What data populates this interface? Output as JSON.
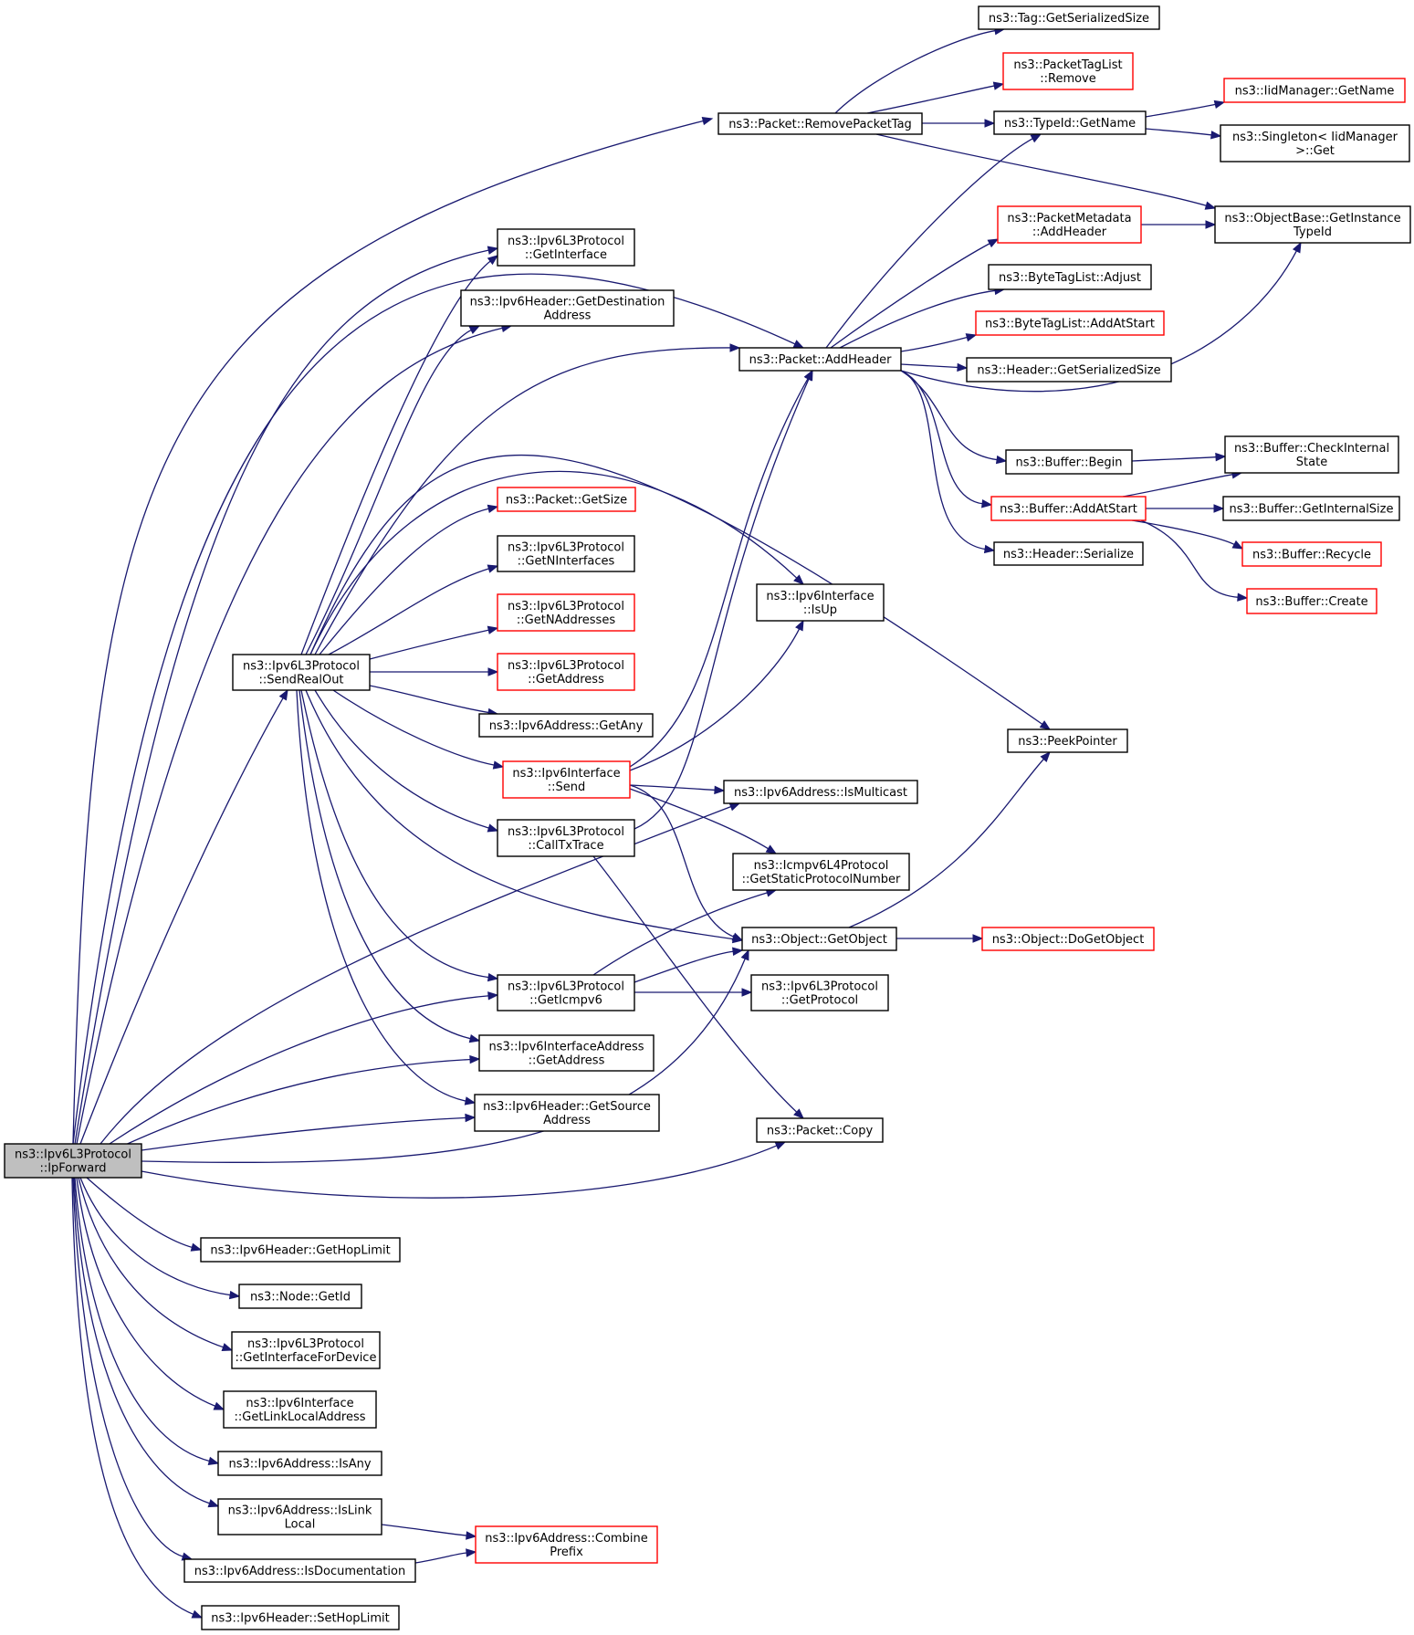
{
  "colors": {
    "edge": "#191970",
    "normal_border": "#000000",
    "truncated_border": "#ff0000",
    "root_fill": "#bfbfbf",
    "node_fill": "#ffffff"
  },
  "nodes": [
    {
      "id": "ipforward",
      "lines": [
        "ns3::Ipv6L3Protocol",
        "::IpForward"
      ],
      "style": "root"
    },
    {
      "id": "removepackettag",
      "lines": [
        "ns3::Packet::RemovePacketTag"
      ],
      "style": "normal"
    },
    {
      "id": "tag_getserializedsize",
      "lines": [
        "ns3::Tag::GetSerializedSize"
      ],
      "style": "normal"
    },
    {
      "id": "packettaglist_remove",
      "lines": [
        "ns3::PacketTagList",
        "::Remove"
      ],
      "style": "truncated"
    },
    {
      "id": "typeid_getname",
      "lines": [
        "ns3::TypeId::GetName"
      ],
      "style": "normal"
    },
    {
      "id": "iidmanager_getname",
      "lines": [
        "ns3::IidManager::GetName"
      ],
      "style": "truncated"
    },
    {
      "id": "singleton_get",
      "lines": [
        "ns3::Singleton< IidManager",
        ">::Get"
      ],
      "style": "normal"
    },
    {
      "id": "objectbase_getinstancetypeid",
      "lines": [
        "ns3::ObjectBase::GetInstance",
        "TypeId"
      ],
      "style": "normal"
    },
    {
      "id": "packetmetadata_addheader",
      "lines": [
        "ns3::PacketMetadata",
        "::AddHeader"
      ],
      "style": "truncated"
    },
    {
      "id": "bytetaglist_adjust",
      "lines": [
        "ns3::ByteTagList::Adjust"
      ],
      "style": "normal"
    },
    {
      "id": "bytetaglist_addatstart",
      "lines": [
        "ns3::ByteTagList::AddAtStart"
      ],
      "style": "truncated"
    },
    {
      "id": "packet_addheader",
      "lines": [
        "ns3::Packet::AddHeader"
      ],
      "style": "normal"
    },
    {
      "id": "header_getserializedsize",
      "lines": [
        "ns3::Header::GetSerializedSize"
      ],
      "style": "normal"
    },
    {
      "id": "buffer_begin",
      "lines": [
        "ns3::Buffer::Begin"
      ],
      "style": "normal"
    },
    {
      "id": "buffer_checkinternalstate",
      "lines": [
        "ns3::Buffer::CheckInternal",
        "State"
      ],
      "style": "normal"
    },
    {
      "id": "buffer_addatstart",
      "lines": [
        "ns3::Buffer::AddAtStart"
      ],
      "style": "truncated"
    },
    {
      "id": "buffer_getinternalsize",
      "lines": [
        "ns3::Buffer::GetInternalSize"
      ],
      "style": "normal"
    },
    {
      "id": "header_serialize",
      "lines": [
        "ns3::Header::Serialize"
      ],
      "style": "normal"
    },
    {
      "id": "buffer_recycle",
      "lines": [
        "ns3::Buffer::Recycle"
      ],
      "style": "truncated"
    },
    {
      "id": "buffer_create",
      "lines": [
        "ns3::Buffer::Create"
      ],
      "style": "truncated"
    },
    {
      "id": "l3_getinterface",
      "lines": [
        "ns3::Ipv6L3Protocol",
        "::GetInterface"
      ],
      "style": "normal"
    },
    {
      "id": "hdr_getdestinationaddress",
      "lines": [
        "ns3::Ipv6Header::GetDestination",
        "Address"
      ],
      "style": "normal"
    },
    {
      "id": "packet_getsize",
      "lines": [
        "ns3::Packet::GetSize"
      ],
      "style": "truncated"
    },
    {
      "id": "l3_getninterfaces",
      "lines": [
        "ns3::Ipv6L3Protocol",
        "::GetNInterfaces"
      ],
      "style": "normal"
    },
    {
      "id": "l3_getnaddresses",
      "lines": [
        "ns3::Ipv6L3Protocol",
        "::GetNAddresses"
      ],
      "style": "truncated"
    },
    {
      "id": "l3_getaddress",
      "lines": [
        "ns3::Ipv6L3Protocol",
        "::GetAddress"
      ],
      "style": "truncated"
    },
    {
      "id": "l3_sendrealout",
      "lines": [
        "ns3::Ipv6L3Protocol",
        "::SendRealOut"
      ],
      "style": "normal"
    },
    {
      "id": "ipv6interface_isup",
      "lines": [
        "ns3::Ipv6Interface",
        "::IsUp"
      ],
      "style": "normal"
    },
    {
      "id": "addr_getany",
      "lines": [
        "ns3::Ipv6Address::GetAny"
      ],
      "style": "normal"
    },
    {
      "id": "peekpointer",
      "lines": [
        "ns3::PeekPointer"
      ],
      "style": "normal"
    },
    {
      "id": "ipv6interface_send",
      "lines": [
        "ns3::Ipv6Interface",
        "::Send"
      ],
      "style": "truncated"
    },
    {
      "id": "addr_ismulticast",
      "lines": [
        "ns3::Ipv6Address::IsMulticast"
      ],
      "style": "normal"
    },
    {
      "id": "l3_calltxtrace",
      "lines": [
        "ns3::Ipv6L3Protocol",
        "::CallTxTrace"
      ],
      "style": "normal"
    },
    {
      "id": "icmpv6_getstaticprotocolnumber",
      "lines": [
        "ns3::Icmpv6L4Protocol",
        "::GetStaticProtocolNumber"
      ],
      "style": "normal"
    },
    {
      "id": "object_getobject",
      "lines": [
        "ns3::Object::GetObject"
      ],
      "style": "normal"
    },
    {
      "id": "object_dogetobject",
      "lines": [
        "ns3::Object::DoGetObject"
      ],
      "style": "truncated"
    },
    {
      "id": "l3_geticmpv6",
      "lines": [
        "ns3::Ipv6L3Protocol",
        "::GetIcmpv6"
      ],
      "style": "normal"
    },
    {
      "id": "l3_getprotocol",
      "lines": [
        "ns3::Ipv6L3Protocol",
        "::GetProtocol"
      ],
      "style": "normal"
    },
    {
      "id": "ifaddr_getaddress",
      "lines": [
        "ns3::Ipv6InterfaceAddress",
        "::GetAddress"
      ],
      "style": "normal"
    },
    {
      "id": "hdr_getsourceaddress",
      "lines": [
        "ns3::Ipv6Header::GetSource",
        "Address"
      ],
      "style": "normal"
    },
    {
      "id": "packet_copy",
      "lines": [
        "ns3::Packet::Copy"
      ],
      "style": "normal"
    },
    {
      "id": "hdr_gethoplimit",
      "lines": [
        "ns3::Ipv6Header::GetHopLimit"
      ],
      "style": "normal"
    },
    {
      "id": "node_getid",
      "lines": [
        "ns3::Node::GetId"
      ],
      "style": "normal"
    },
    {
      "id": "l3_getinterfacefordevice",
      "lines": [
        "ns3::Ipv6L3Protocol",
        "::GetInterfaceForDevice"
      ],
      "style": "normal"
    },
    {
      "id": "ipv6interface_getlinklocaladdress",
      "lines": [
        "ns3::Ipv6Interface",
        "::GetLinkLocalAddress"
      ],
      "style": "normal"
    },
    {
      "id": "addr_isany",
      "lines": [
        "ns3::Ipv6Address::IsAny"
      ],
      "style": "normal"
    },
    {
      "id": "addr_islinklocal",
      "lines": [
        "ns3::Ipv6Address::IsLink",
        "Local"
      ],
      "style": "normal"
    },
    {
      "id": "addr_combineprefix",
      "lines": [
        "ns3::Ipv6Address::Combine",
        "Prefix"
      ],
      "style": "truncated"
    },
    {
      "id": "addr_isdocumentation",
      "lines": [
        "ns3::Ipv6Address::IsDocumentation"
      ],
      "style": "normal"
    },
    {
      "id": "hdr_sethoplimit",
      "lines": [
        "ns3::Ipv6Header::SetHopLimit"
      ],
      "style": "normal"
    }
  ],
  "edges": [
    [
      "ipforward",
      "removepackettag"
    ],
    [
      "ipforward",
      "packet_addheader"
    ],
    [
      "ipforward",
      "l3_getinterface"
    ],
    [
      "ipforward",
      "hdr_getdestinationaddress"
    ],
    [
      "ipforward",
      "l3_sendrealout"
    ],
    [
      "ipforward",
      "addr_ismulticast"
    ],
    [
      "ipforward",
      "object_getobject"
    ],
    [
      "ipforward",
      "l3_geticmpv6"
    ],
    [
      "ipforward",
      "ifaddr_getaddress"
    ],
    [
      "ipforward",
      "hdr_getsourceaddress"
    ],
    [
      "ipforward",
      "packet_copy"
    ],
    [
      "ipforward",
      "hdr_gethoplimit"
    ],
    [
      "ipforward",
      "node_getid"
    ],
    [
      "ipforward",
      "l3_getinterfacefordevice"
    ],
    [
      "ipforward",
      "ipv6interface_getlinklocaladdress"
    ],
    [
      "ipforward",
      "addr_isany"
    ],
    [
      "ipforward",
      "addr_islinklocal"
    ],
    [
      "ipforward",
      "addr_isdocumentation"
    ],
    [
      "ipforward",
      "hdr_sethoplimit"
    ],
    [
      "removepackettag",
      "tag_getserializedsize"
    ],
    [
      "removepackettag",
      "packettaglist_remove"
    ],
    [
      "removepackettag",
      "typeid_getname"
    ],
    [
      "removepackettag",
      "objectbase_getinstancetypeid"
    ],
    [
      "typeid_getname",
      "iidmanager_getname"
    ],
    [
      "typeid_getname",
      "singleton_get"
    ],
    [
      "packetmetadata_addheader",
      "objectbase_getinstancetypeid"
    ],
    [
      "packet_addheader",
      "typeid_getname"
    ],
    [
      "packet_addheader",
      "packetmetadata_addheader"
    ],
    [
      "packet_addheader",
      "bytetaglist_adjust"
    ],
    [
      "packet_addheader",
      "bytetaglist_addatstart"
    ],
    [
      "packet_addheader",
      "header_getserializedsize"
    ],
    [
      "packet_addheader",
      "objectbase_getinstancetypeid"
    ],
    [
      "packet_addheader",
      "buffer_begin"
    ],
    [
      "packet_addheader",
      "buffer_addatstart"
    ],
    [
      "packet_addheader",
      "header_serialize"
    ],
    [
      "buffer_begin",
      "buffer_checkinternalstate"
    ],
    [
      "buffer_addatstart",
      "buffer_checkinternalstate"
    ],
    [
      "buffer_addatstart",
      "buffer_getinternalsize"
    ],
    [
      "buffer_addatstart",
      "buffer_recycle"
    ],
    [
      "buffer_addatstart",
      "buffer_create"
    ],
    [
      "l3_sendrealout",
      "l3_getinterface"
    ],
    [
      "l3_sendrealout",
      "hdr_getdestinationaddress"
    ],
    [
      "l3_sendrealout",
      "packet_addheader"
    ],
    [
      "l3_sendrealout",
      "peekpointer"
    ],
    [
      "l3_sendrealout",
      "ipv6interface_isup"
    ],
    [
      "l3_sendrealout",
      "packet_getsize"
    ],
    [
      "l3_sendrealout",
      "l3_getninterfaces"
    ],
    [
      "l3_sendrealout",
      "l3_getnaddresses"
    ],
    [
      "l3_sendrealout",
      "l3_getaddress"
    ],
    [
      "l3_sendrealout",
      "addr_getany"
    ],
    [
      "l3_sendrealout",
      "ipv6interface_send"
    ],
    [
      "l3_sendrealout",
      "l3_calltxtrace"
    ],
    [
      "l3_sendrealout",
      "object_getobject"
    ],
    [
      "l3_sendrealout",
      "l3_geticmpv6"
    ],
    [
      "l3_sendrealout",
      "ifaddr_getaddress"
    ],
    [
      "l3_sendrealout",
      "hdr_getsourceaddress"
    ],
    [
      "ipv6interface_send",
      "packet_addheader"
    ],
    [
      "ipv6interface_send",
      "ipv6interface_isup"
    ],
    [
      "ipv6interface_send",
      "addr_ismulticast"
    ],
    [
      "ipv6interface_send",
      "icmpv6_getstaticprotocolnumber"
    ],
    [
      "ipv6interface_send",
      "object_getobject"
    ],
    [
      "l3_calltxtrace",
      "packet_addheader"
    ],
    [
      "l3_calltxtrace",
      "packet_copy"
    ],
    [
      "object_getobject",
      "object_dogetobject"
    ],
    [
      "object_getobject",
      "peekpointer"
    ],
    [
      "l3_geticmpv6",
      "icmpv6_getstaticprotocolnumber"
    ],
    [
      "l3_geticmpv6",
      "object_getobject"
    ],
    [
      "l3_geticmpv6",
      "l3_getprotocol"
    ],
    [
      "addr_islinklocal",
      "addr_combineprefix"
    ],
    [
      "addr_isdocumentation",
      "addr_combineprefix"
    ]
  ]
}
